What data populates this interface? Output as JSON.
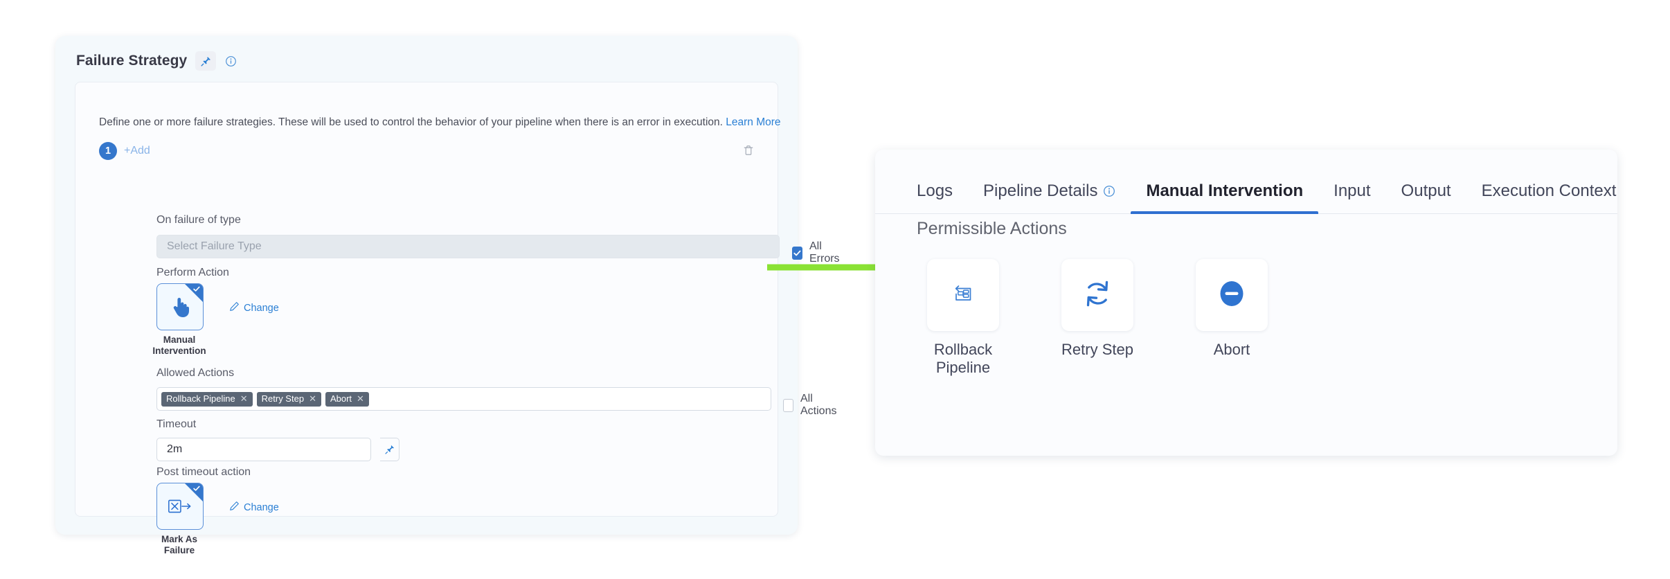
{
  "failure_strategy": {
    "title": "Failure Strategy",
    "pin_icon": "pin-icon",
    "info_icon": "info-icon",
    "description_prefix": "Define one or more failure strategies. These will be used to control the behavior of your pipeline when there is an error in execution.",
    "learn_more": "Learn More",
    "strategy_index_badge": "1",
    "add_label": "+Add",
    "delete_icon": "trash-icon",
    "on_failure_label": "On failure of type",
    "failure_type_placeholder": "Select Failure Type",
    "failure_type_value": "",
    "all_errors_label": "All Errors",
    "all_errors_checked": true,
    "perform_action_label": "Perform Action",
    "perform_action_tile": {
      "caption_line1": "Manual",
      "caption_line2": "Intervention",
      "icon": "hand-pointer-icon",
      "selected": true,
      "change_label": "Change",
      "change_icon": "pencil-icon"
    },
    "allowed_actions_label": "Allowed Actions",
    "allowed_actions_tags": [
      "Rollback Pipeline",
      "Retry Step",
      "Abort"
    ],
    "all_actions_label": "All Actions",
    "all_actions_checked": false,
    "timeout_label": "Timeout",
    "timeout_value": "2m",
    "timeout_pin_icon": "pin-icon",
    "post_timeout_label": "Post timeout action",
    "post_timeout_tile": {
      "caption_line1": "Mark As",
      "caption_line2": "Failure",
      "icon": "mark-as-failure-icon",
      "selected": true,
      "change_label": "Change",
      "change_icon": "pencil-icon"
    }
  },
  "annotation": {
    "arrow_icon": "green-right-arrow",
    "arrow_color": "#8ae234"
  },
  "details_panel": {
    "tabs": [
      {
        "label": "Logs",
        "active": false,
        "has_info_icon": false
      },
      {
        "label": "Pipeline Details",
        "active": false,
        "has_info_icon": true
      },
      {
        "label": "Manual Intervention",
        "active": true,
        "has_info_icon": false
      },
      {
        "label": "Input",
        "active": false,
        "has_info_icon": false
      },
      {
        "label": "Output",
        "active": false,
        "has_info_icon": false
      },
      {
        "label": "Execution Context",
        "active": false,
        "has_info_icon": false
      }
    ],
    "section_title": "Permissible Actions",
    "actions": [
      {
        "label": "Rollback Pipeline",
        "icon": "rollback-pipeline-icon"
      },
      {
        "label": "Retry Step",
        "icon": "retry-step-icon"
      },
      {
        "label": "Abort",
        "icon": "abort-icon"
      }
    ]
  },
  "colors": {
    "accent_blue": "#3577cc",
    "tab_active_underline": "#2f6fd0",
    "tag_background": "#5b6675",
    "arrow_green": "#8ae234",
    "link_blue": "#2a7fd4"
  }
}
